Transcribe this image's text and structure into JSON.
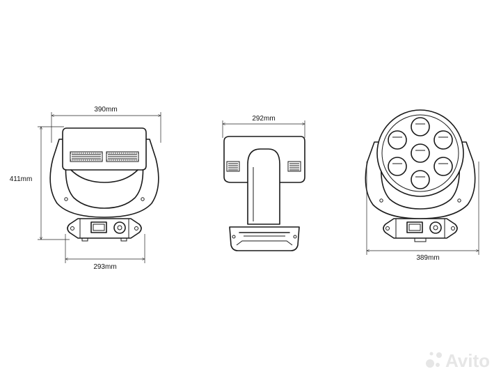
{
  "dimensions": {
    "front_width": "390mm",
    "height": "411mm",
    "base_width": "293mm",
    "side_width": "292mm",
    "back_width": "389mm"
  },
  "watermark": {
    "text": "Avito"
  },
  "colors": {
    "line": "#1a1a1a",
    "background": "#ffffff",
    "watermark": "#e6e6e6"
  }
}
